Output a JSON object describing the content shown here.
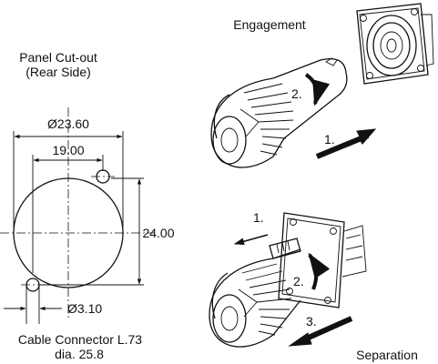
{
  "panel": {
    "title_line1": "Panel Cut-out",
    "title_line2": "(Rear Side)",
    "dim_outer": "Ø23.60",
    "dim_hole_spacing": "19.00",
    "dim_height": "24.00",
    "dim_hole_diameter": "Ø3.10"
  },
  "cable": {
    "line1": "Cable Connector L.73",
    "line2": "dia. 25.8"
  },
  "engagement": {
    "title": "Engagement",
    "step1": "1.",
    "step2": "2."
  },
  "separation": {
    "title": "Separation",
    "step1": "1.",
    "step2": "2.",
    "step3": "3."
  }
}
